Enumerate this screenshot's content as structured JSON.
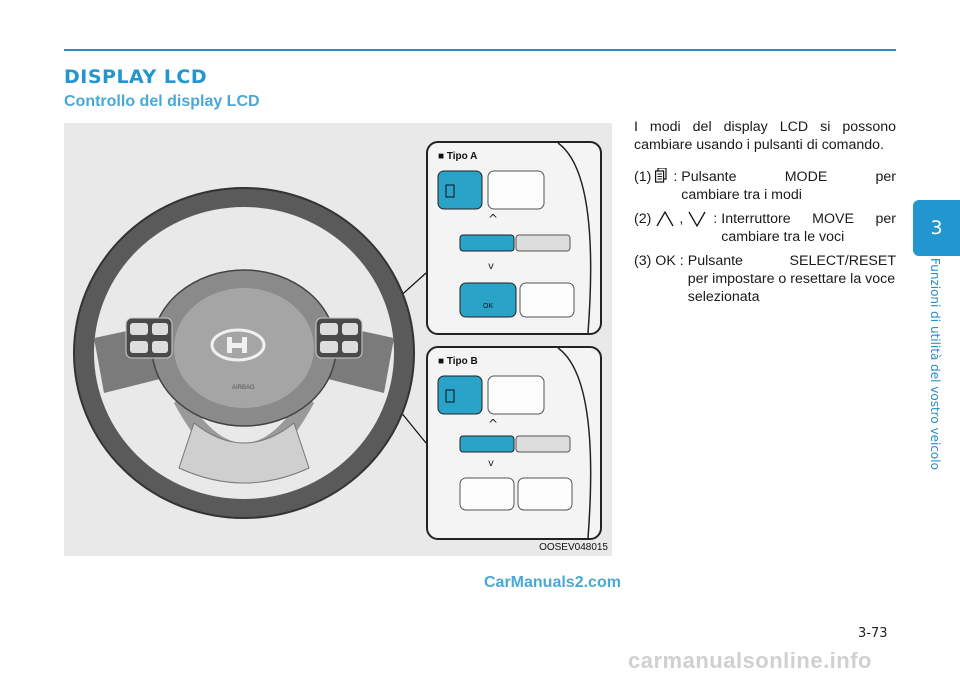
{
  "section": {
    "title": "DISPLAY LCD",
    "subtitle": "Controllo del display LCD"
  },
  "figure": {
    "code": "OOSEV048015",
    "type_a_label": "■ Tipo A",
    "type_b_label": "■ Tipo B",
    "ok_label": "OK",
    "airbag_label": "AIRBAG"
  },
  "body": {
    "intro": "I modi del display LCD si possono cambiare usando i pulsanti di comando.",
    "items": [
      {
        "num": "(1)",
        "colon": ":",
        "line1": "Pulsante MODE per",
        "line2": "cambiare tra i modi",
        "icon": "mode-icon"
      },
      {
        "num": "(2)",
        "comma": ",",
        "colon": ":",
        "line1": "Interruttore MOVE per",
        "line2": "cambiare tra le voci",
        "icon": "chevron-up-down-icons"
      },
      {
        "num": "(3) OK",
        "colon": ":",
        "line1": "Pulsante SELECT/RESET",
        "line2": "per impostare o resettare la voce selezionata"
      }
    ]
  },
  "chapter": {
    "number": "3",
    "title": "Funzioni di utilità del vostro veicolo"
  },
  "page": {
    "number": "3-73"
  },
  "watermarks": {
    "site": "CarManuals2.com",
    "footer": "carmanualsonline.info"
  },
  "colors": {
    "accent": "#2196cf",
    "button_highlight": "#2aa3c9",
    "rule": "#2a8cc4"
  }
}
